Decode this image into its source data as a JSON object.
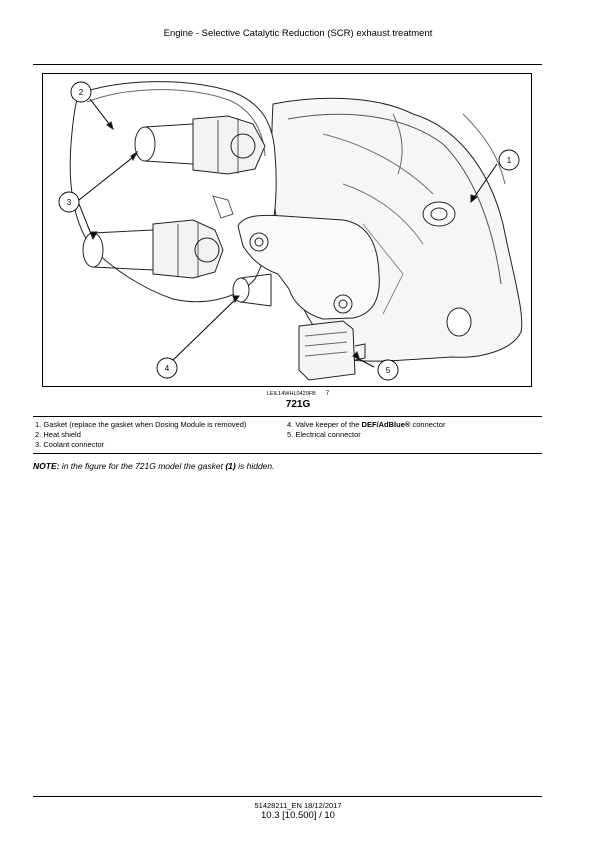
{
  "header": {
    "title": "Engine - Selective Catalytic Reduction (SCR) exhaust treatment"
  },
  "figure": {
    "code": "LEIL14WHL0420FB",
    "number": "7",
    "caption": "721G",
    "callouts": [
      "1",
      "2",
      "3",
      "4",
      "5"
    ]
  },
  "legend": {
    "items": [
      {
        "num": "1.",
        "text": "Gasket (replace the gasket when Dosing Module is removed)"
      },
      {
        "num": "2.",
        "text": "Heat shield"
      },
      {
        "num": "3.",
        "text": "Coolant connector"
      },
      {
        "num": "4.",
        "text": "Valve keeper of the",
        "brand": "DEF/AdBlue®",
        "suffix": "connector"
      },
      {
        "num": "5.",
        "text": "Electrical connector"
      }
    ]
  },
  "note": {
    "label": "NOTE:",
    "text_before": "in the figure for the 721G model the gasket",
    "ref": "(1)",
    "text_after": "is hidden."
  },
  "footer": {
    "doc_id": "51428211_EN 18/12/2017",
    "page": "10.3 [10.500] / 10"
  }
}
